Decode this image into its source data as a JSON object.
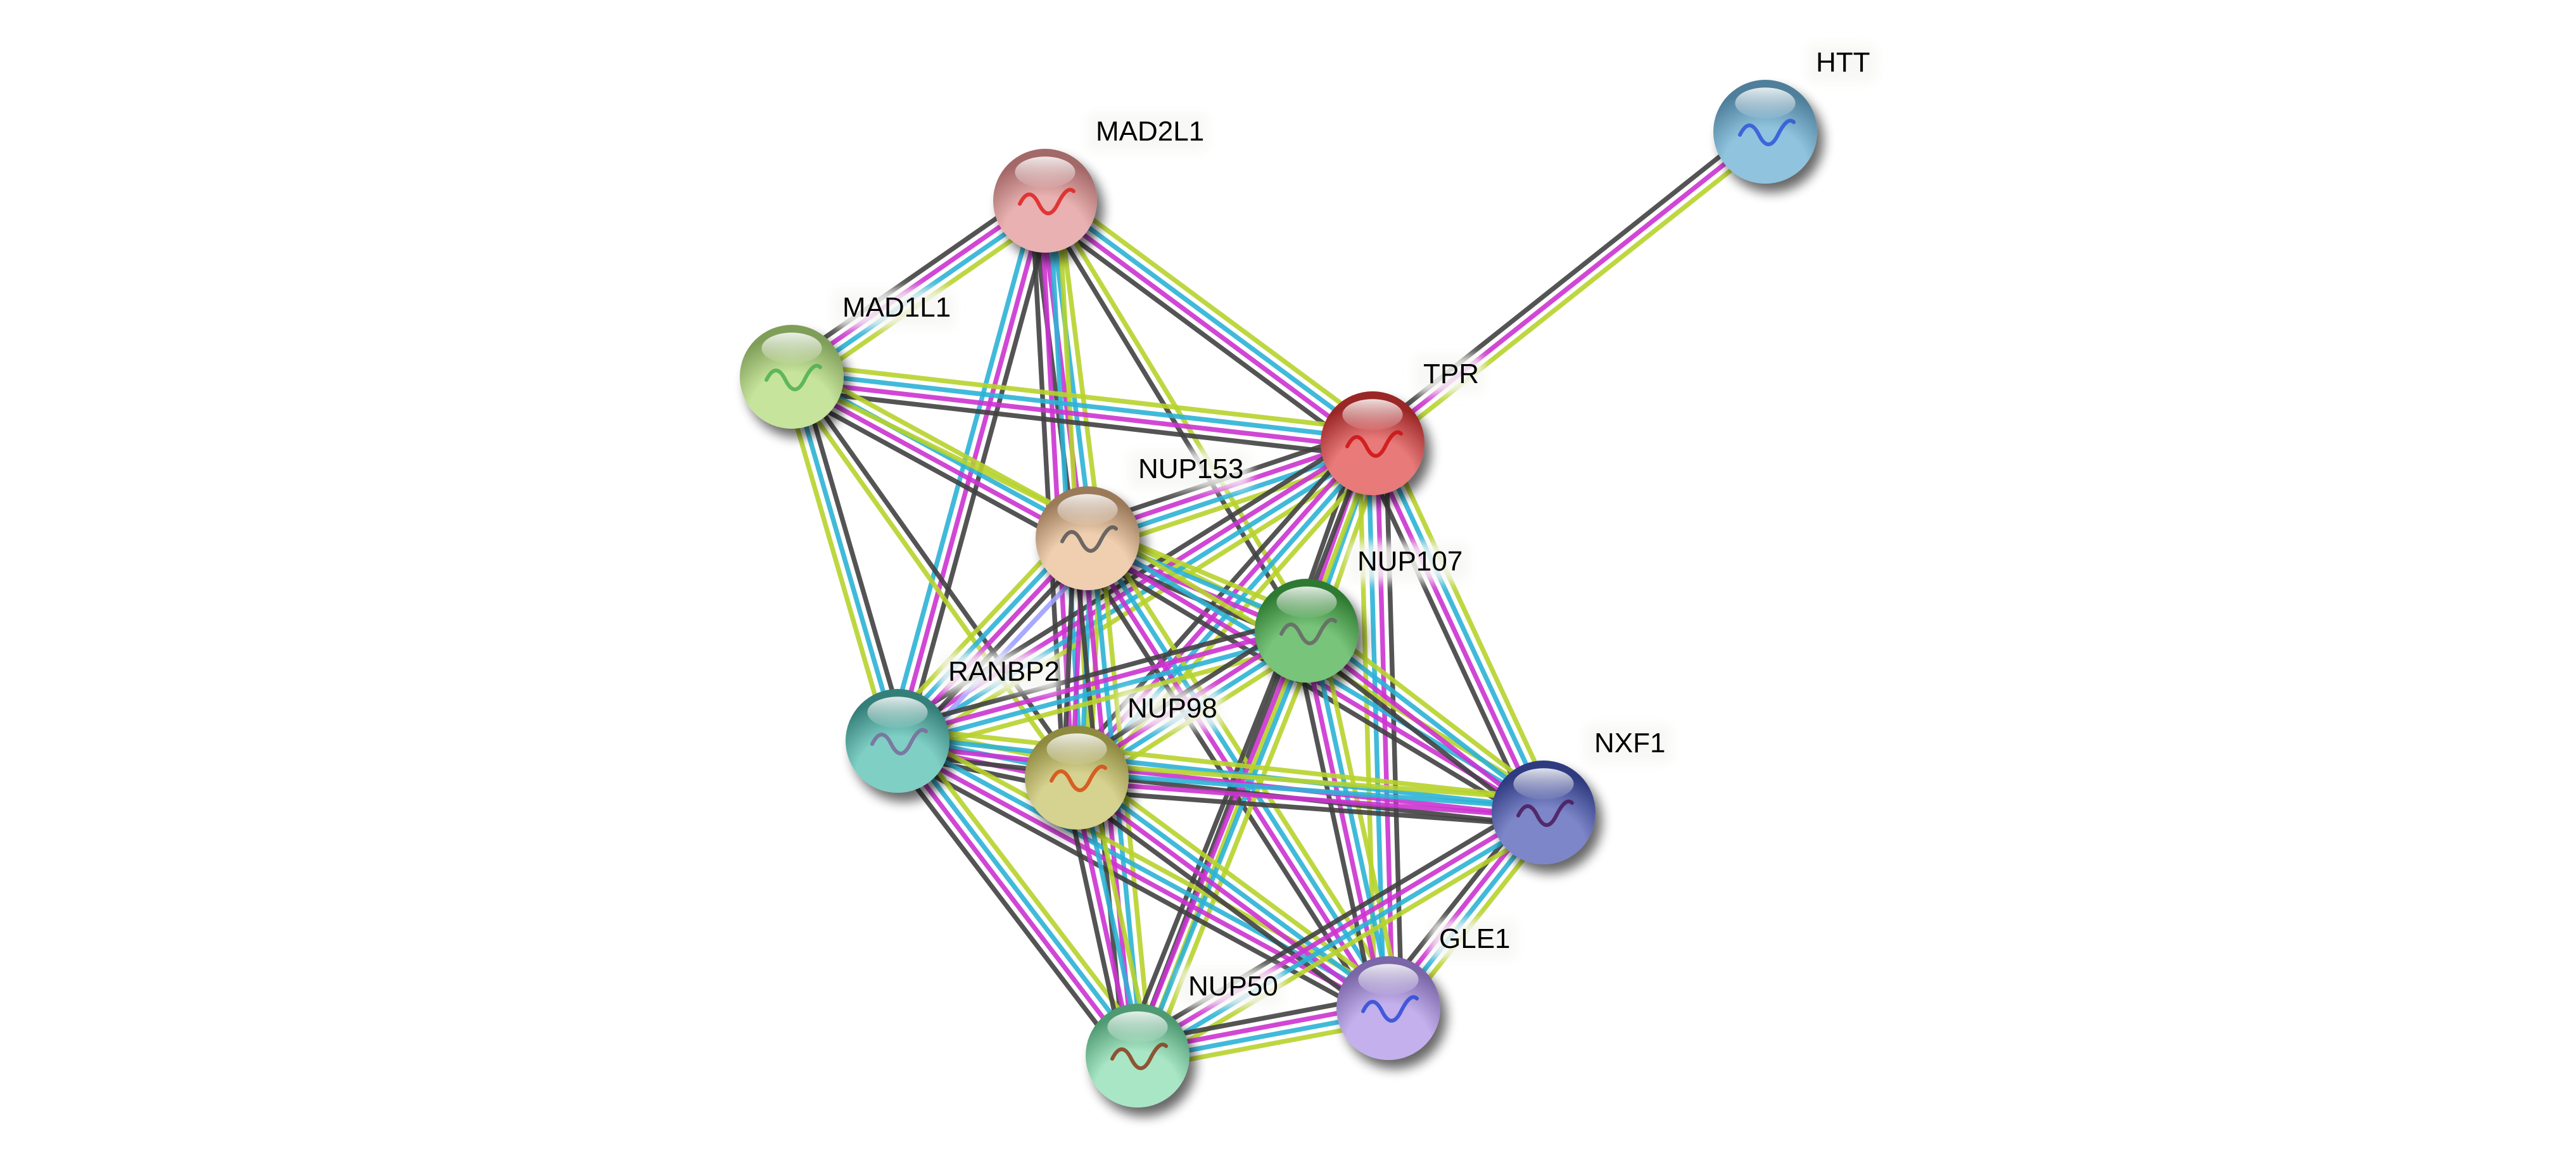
{
  "diagram": {
    "type": "protein-interaction-network",
    "line_colors": {
      "g": "#b7d32c",
      "c": "#2cb2d6",
      "m": "#cc33d0",
      "k": "#414141",
      "l": "#a0a0ff"
    },
    "nodes": [
      {
        "id": "HTT",
        "label": "HTT",
        "color": "#8fc3de",
        "dark": "#4f7f9a",
        "icon_color": "#2f56d8"
      },
      {
        "id": "MAD2L1",
        "label": "MAD2L1",
        "color": "#e9b1b1",
        "dark": "#a36767",
        "icon_color": "#e02020"
      },
      {
        "id": "MAD1L1",
        "label": "MAD1L1",
        "color": "#c7e49c",
        "dark": "#7f9e58",
        "icon_color": "#4caf50"
      },
      {
        "id": "TPR",
        "label": "TPR",
        "color": "#e87a7a",
        "dark": "#9a2525",
        "icon_color": "#cc1111"
      },
      {
        "id": "NUP153",
        "label": "NUP153",
        "color": "#efcfb0",
        "dark": "#9b7a5a",
        "icon_color": "#555555"
      },
      {
        "id": "NUP107",
        "label": "NUP107",
        "color": "#78c47a",
        "dark": "#2f7a31",
        "icon_color": "#666666"
      },
      {
        "id": "RANBP2",
        "label": "RANBP2",
        "color": "#7fcfc5",
        "dark": "#357f79",
        "icon_color": "#7a6a9a"
      },
      {
        "id": "NUP98",
        "label": "NUP98",
        "color": "#d6d28f",
        "dark": "#8e8a40",
        "icon_color": "#d84a10"
      },
      {
        "id": "NXF1",
        "label": "NXF1",
        "color": "#7d86c9",
        "dark": "#2f3a80",
        "icon_color": "#4a1a5a"
      },
      {
        "id": "GLE1",
        "label": "GLE1",
        "color": "#c3b0ec",
        "dark": "#7a66a8",
        "icon_color": "#2a4ad8"
      },
      {
        "id": "NUP50",
        "label": "NUP50",
        "color": "#a9e6c5",
        "dark": "#4e9a73",
        "icon_color": "#8a3a1a"
      }
    ],
    "edges": [
      {
        "a": "HTT",
        "b": "TPR",
        "lines": "gmk"
      },
      {
        "a": "MAD2L1",
        "b": "MAD1L1",
        "lines": "gcmk"
      },
      {
        "a": "MAD2L1",
        "b": "TPR",
        "lines": "gcmk"
      },
      {
        "a": "MAD2L1",
        "b": "NUP153",
        "lines": "gcmk"
      },
      {
        "a": "MAD2L1",
        "b": "NUP107",
        "lines": "gk"
      },
      {
        "a": "MAD2L1",
        "b": "RANBP2",
        "lines": "kmc"
      },
      {
        "a": "MAD2L1",
        "b": "NUP98",
        "lines": "gcmk"
      },
      {
        "a": "MAD1L1",
        "b": "TPR",
        "lines": "gcmk"
      },
      {
        "a": "MAD1L1",
        "b": "NUP153",
        "lines": "gcmk"
      },
      {
        "a": "MAD1L1",
        "b": "RANBP2",
        "lines": "kcg"
      },
      {
        "a": "MAD1L1",
        "b": "NUP98",
        "lines": "kg"
      },
      {
        "a": "MAD1L1",
        "b": "NUP107",
        "lines": "g"
      },
      {
        "a": "TPR",
        "b": "NUP153",
        "lines": "gcmk"
      },
      {
        "a": "TPR",
        "b": "NUP107",
        "lines": "gcmk"
      },
      {
        "a": "TPR",
        "b": "RANBP2",
        "lines": "gcmk"
      },
      {
        "a": "TPR",
        "b": "NUP98",
        "lines": "gcmk"
      },
      {
        "a": "TPR",
        "b": "NXF1",
        "lines": "gcmk"
      },
      {
        "a": "TPR",
        "b": "GLE1",
        "lines": "kmcg"
      },
      {
        "a": "TPR",
        "b": "NUP50",
        "lines": "gk"
      },
      {
        "a": "NUP153",
        "b": "NUP107",
        "lines": "gcmk"
      },
      {
        "a": "NUP153",
        "b": "RANBP2",
        "lines": "lkmcg"
      },
      {
        "a": "NUP153",
        "b": "NUP98",
        "lines": "gcmk"
      },
      {
        "a": "NUP153",
        "b": "NXF1",
        "lines": "gcmk"
      },
      {
        "a": "NUP153",
        "b": "GLE1",
        "lines": "gcmk"
      },
      {
        "a": "NUP153",
        "b": "NUP50",
        "lines": "gcmk"
      },
      {
        "a": "NUP107",
        "b": "RANBP2",
        "lines": "gcmk"
      },
      {
        "a": "NUP107",
        "b": "NUP98",
        "lines": "gcmk"
      },
      {
        "a": "NUP107",
        "b": "NXF1",
        "lines": "gcmk"
      },
      {
        "a": "NUP107",
        "b": "GLE1",
        "lines": "gcmk"
      },
      {
        "a": "NUP107",
        "b": "NUP50",
        "lines": "gcmk"
      },
      {
        "a": "RANBP2",
        "b": "NUP98",
        "lines": "gcmk"
      },
      {
        "a": "RANBP2",
        "b": "NXF1",
        "lines": "gcmk"
      },
      {
        "a": "RANBP2",
        "b": "GLE1",
        "lines": "gcmk"
      },
      {
        "a": "RANBP2",
        "b": "NUP50",
        "lines": "gcmk"
      },
      {
        "a": "NUP98",
        "b": "NXF1",
        "lines": "gcmk"
      },
      {
        "a": "NUP98",
        "b": "GLE1",
        "lines": "gcmk"
      },
      {
        "a": "NUP98",
        "b": "NUP50",
        "lines": "gcmk"
      },
      {
        "a": "NXF1",
        "b": "GLE1",
        "lines": "gcmk"
      },
      {
        "a": "NXF1",
        "b": "NUP50",
        "lines": "gcmk"
      },
      {
        "a": "GLE1",
        "b": "NUP50",
        "lines": "gcmk"
      }
    ]
  }
}
